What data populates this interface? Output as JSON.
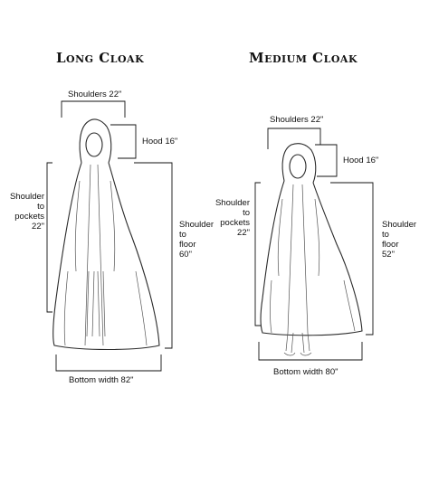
{
  "long_cloak": {
    "title": "Long Cloak",
    "shoulders": "Shoulders 22\"",
    "hood": "Hood 16\"",
    "shoulder_to_pockets": [
      "Shoulder",
      "to",
      "pockets",
      "22\""
    ],
    "shoulder_to_floor": [
      "Shoulder",
      "to",
      "floor",
      "60\""
    ],
    "bottom_width": "Bottom width 82\""
  },
  "medium_cloak": {
    "title": "Medium Cloak",
    "shoulders": "Shoulders 22\"",
    "hood": "Hood 16\"",
    "shoulder_to_pockets": [
      "Shoulder",
      "to",
      "pockets",
      "22\""
    ],
    "shoulder_to_floor": [
      "Shoulder",
      "to",
      "floor",
      "52\""
    ],
    "bottom_width": "Bottom width 80\""
  }
}
